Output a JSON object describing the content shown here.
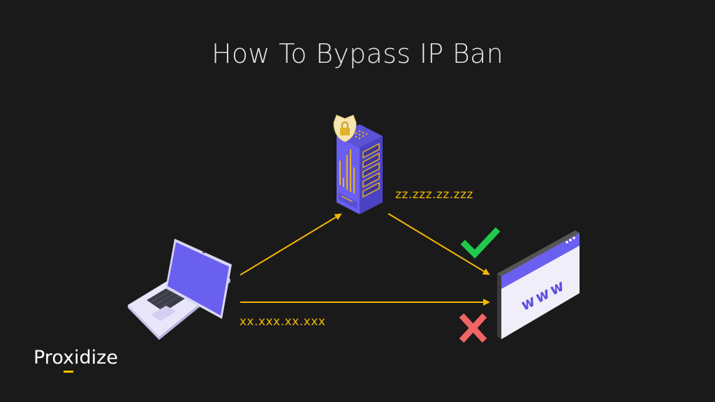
{
  "title": "How To Bypass IP Ban",
  "nodes": {
    "client": {
      "label": "laptop",
      "ip": "xx.xxx.xx.xxx"
    },
    "proxy": {
      "label": "proxy-server",
      "ip": "zz.zzz.zz.zzz"
    },
    "website": {
      "label": "website",
      "text": "www"
    }
  },
  "connections": [
    {
      "from": "client",
      "to": "proxy",
      "status": "route"
    },
    {
      "from": "proxy",
      "to": "website",
      "status": "success",
      "icon": "check-icon"
    },
    {
      "from": "client",
      "to": "website",
      "status": "blocked",
      "icon": "x-icon"
    }
  ],
  "colors": {
    "background": "#1a1a1a",
    "arrow": "#f2b705",
    "accent_purple": "#6a5ff0",
    "success": "#1fc94d",
    "blocked": "#f06565"
  },
  "brand": {
    "prefix": "Pro",
    "highlight": "x",
    "suffix": "idize"
  }
}
